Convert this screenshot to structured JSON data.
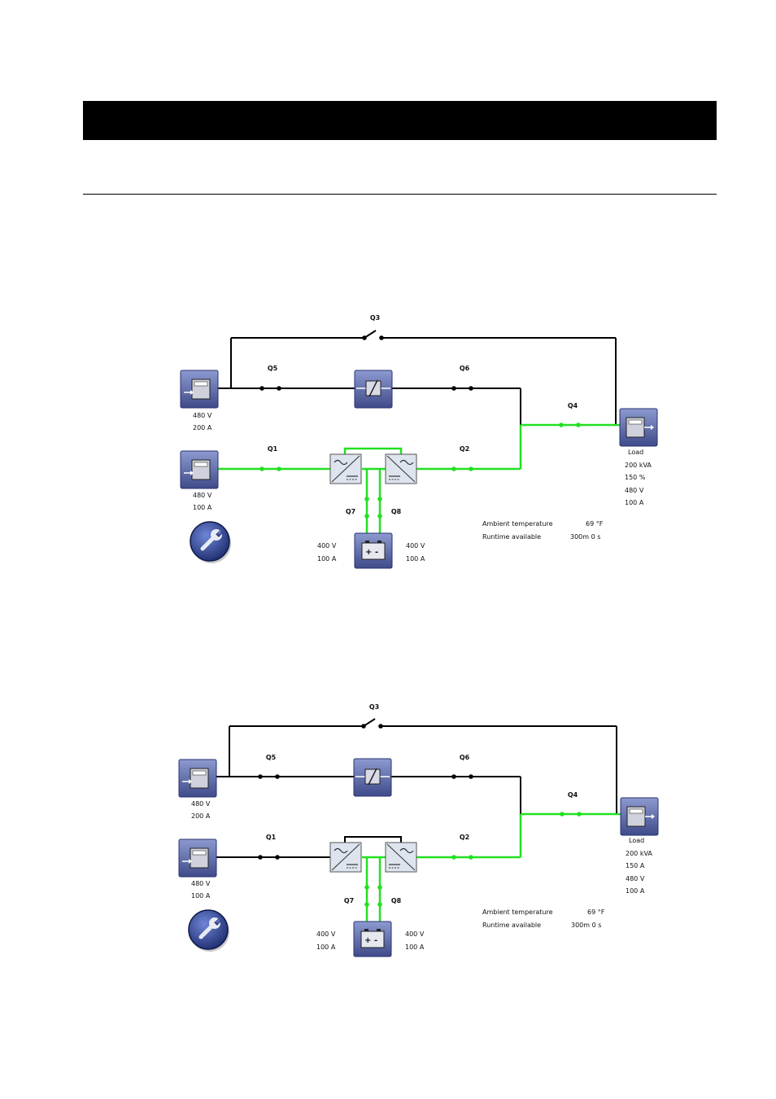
{
  "colors": {
    "energized": "#22e022",
    "deenergized": "#000000",
    "device_face": "#5a68a8",
    "converter_face": "#dde4ee"
  },
  "icons": [
    "apc-ups-module-icon",
    "static-switch-icon",
    "rectifier-icon",
    "inverter-icon",
    "battery-icon",
    "wrench-icon"
  ],
  "diagrams": [
    {
      "state": "normal-operation",
      "breakers": {
        "q1": "Q1",
        "q2": "Q2",
        "q3": "Q3",
        "q4": "Q4",
        "q5": "Q5",
        "q6": "Q6",
        "q7": "Q7",
        "q8": "Q8"
      },
      "bypass_input": {
        "voltage": "480 V",
        "current": "200 A"
      },
      "main_input": {
        "voltage": "480 V",
        "current": "100 A"
      },
      "battery_left": {
        "voltage": "400 V",
        "current": "100 A"
      },
      "battery_right": {
        "voltage": "400 V",
        "current": "100 A"
      },
      "load": {
        "label": "Load",
        "power": "200 kVA",
        "percent": "150 %",
        "voltage": "480 V",
        "current": "100 A"
      },
      "status": {
        "ambient_label": "Ambient temperature",
        "ambient_value": "69 °F",
        "runtime_label": "Runtime available",
        "runtime_value": "300m 0 s"
      },
      "energized": {
        "main_input_line": true,
        "rectifier_inverter_link": true
      }
    },
    {
      "state": "battery-operation",
      "breakers": {
        "q1": "Q1",
        "q2": "Q2",
        "q3": "Q3",
        "q4": "Q4",
        "q5": "Q5",
        "q6": "Q6",
        "q7": "Q7",
        "q8": "Q8"
      },
      "bypass_input": {
        "voltage": "480 V",
        "current": "200 A"
      },
      "main_input": {
        "voltage": "480 V",
        "current": "100 A"
      },
      "battery_left": {
        "voltage": "400 V",
        "current": "100 A"
      },
      "battery_right": {
        "voltage": "400 V",
        "current": "100 A"
      },
      "load": {
        "label": "Load",
        "power": "200 kVA",
        "percent": "150 A",
        "voltage": "480 V",
        "current": "100 A"
      },
      "status": {
        "ambient_label": "Ambient temperature",
        "ambient_value": "69 °F",
        "runtime_label": "Runtime available",
        "runtime_value": "300m 0 s"
      },
      "energized": {
        "main_input_line": false,
        "rectifier_inverter_link": false
      }
    }
  ]
}
